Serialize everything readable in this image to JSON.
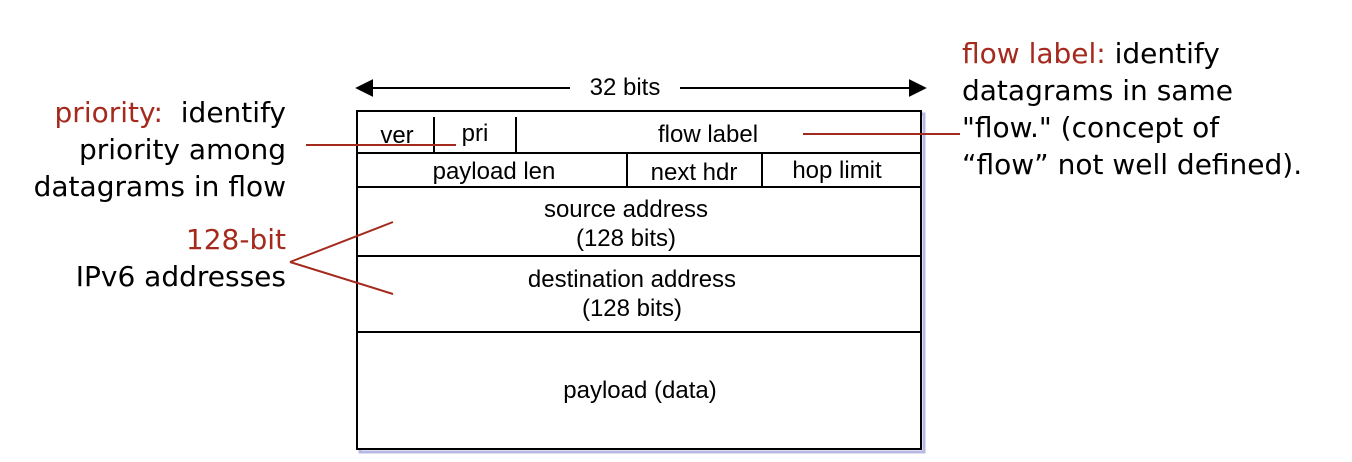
{
  "diagram": {
    "width_label": "32 bits",
    "fields": {
      "ver": "ver",
      "pri": "pri",
      "flow_label": "flow label",
      "payload_len": "payload len",
      "next_hdr": "next hdr",
      "hop_limit": "hop limit",
      "source_address": "source address",
      "source_bits": "(128 bits)",
      "destination_address": "destination address",
      "destination_bits": "(128 bits)",
      "payload": "payload (data)"
    }
  },
  "annotations": {
    "priority": {
      "term": "priority:",
      "line1_rest": "identify",
      "line2": "priority among",
      "line3": "datagrams in flow"
    },
    "addresses": {
      "term": "128-bit",
      "line2": "IPv6 addresses"
    },
    "flow_label": {
      "term": "flow label:",
      "line1_rest": "identify",
      "line2": "datagrams in same",
      "line3": "\"flow.\" (concept of",
      "line4": "“flow” not well defined)."
    }
  },
  "colors": {
    "accent": "#a52a1e",
    "text": "#000000",
    "box_shadow": "#9a9ad8"
  }
}
